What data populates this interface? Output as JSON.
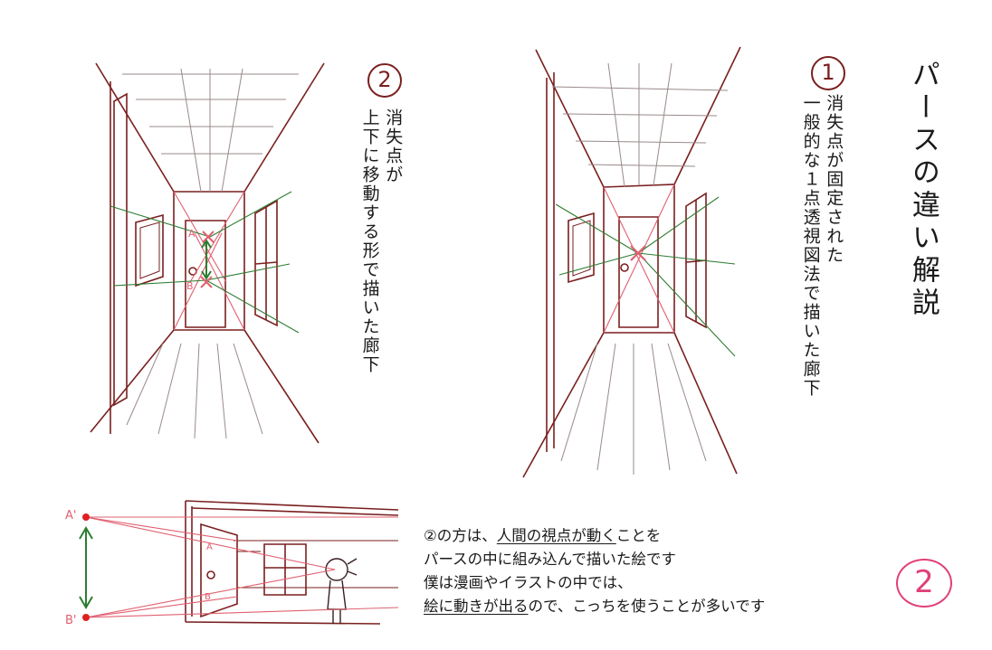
{
  "title": "パースの違い解説",
  "panel_1": {
    "number": "1",
    "description_lines": [
      "消失点が固定された",
      "一般的な１点透視図法で描いた廊下"
    ]
  },
  "panel_2": {
    "number": "2",
    "description_lines": [
      "消失点が",
      "上下に移動する形で描いた廊下"
    ],
    "marker_a": "A",
    "marker_b": "B"
  },
  "side_diagram": {
    "eye_a": "A'",
    "eye_b": "B'",
    "door_a": "A",
    "door_b": "B"
  },
  "explanation": {
    "line1_prefix": "②の方は、",
    "line1_underlined": "人間の視点が動く",
    "line1_suffix": "ことを",
    "line2": "パースの中に組み込んで描いた絵です",
    "line3": "僕は漫画やイラストの中では、",
    "line4_underlined": "絵に動きが出る",
    "line4_suffix": "ので、こっちを使うことが多いです"
  },
  "page_number": "2",
  "colors": {
    "line": "#7a1f1f",
    "perspective": "#e06070",
    "guide": "#2e7d32",
    "badge": "#e0407a",
    "eye_point": "#e02020"
  }
}
